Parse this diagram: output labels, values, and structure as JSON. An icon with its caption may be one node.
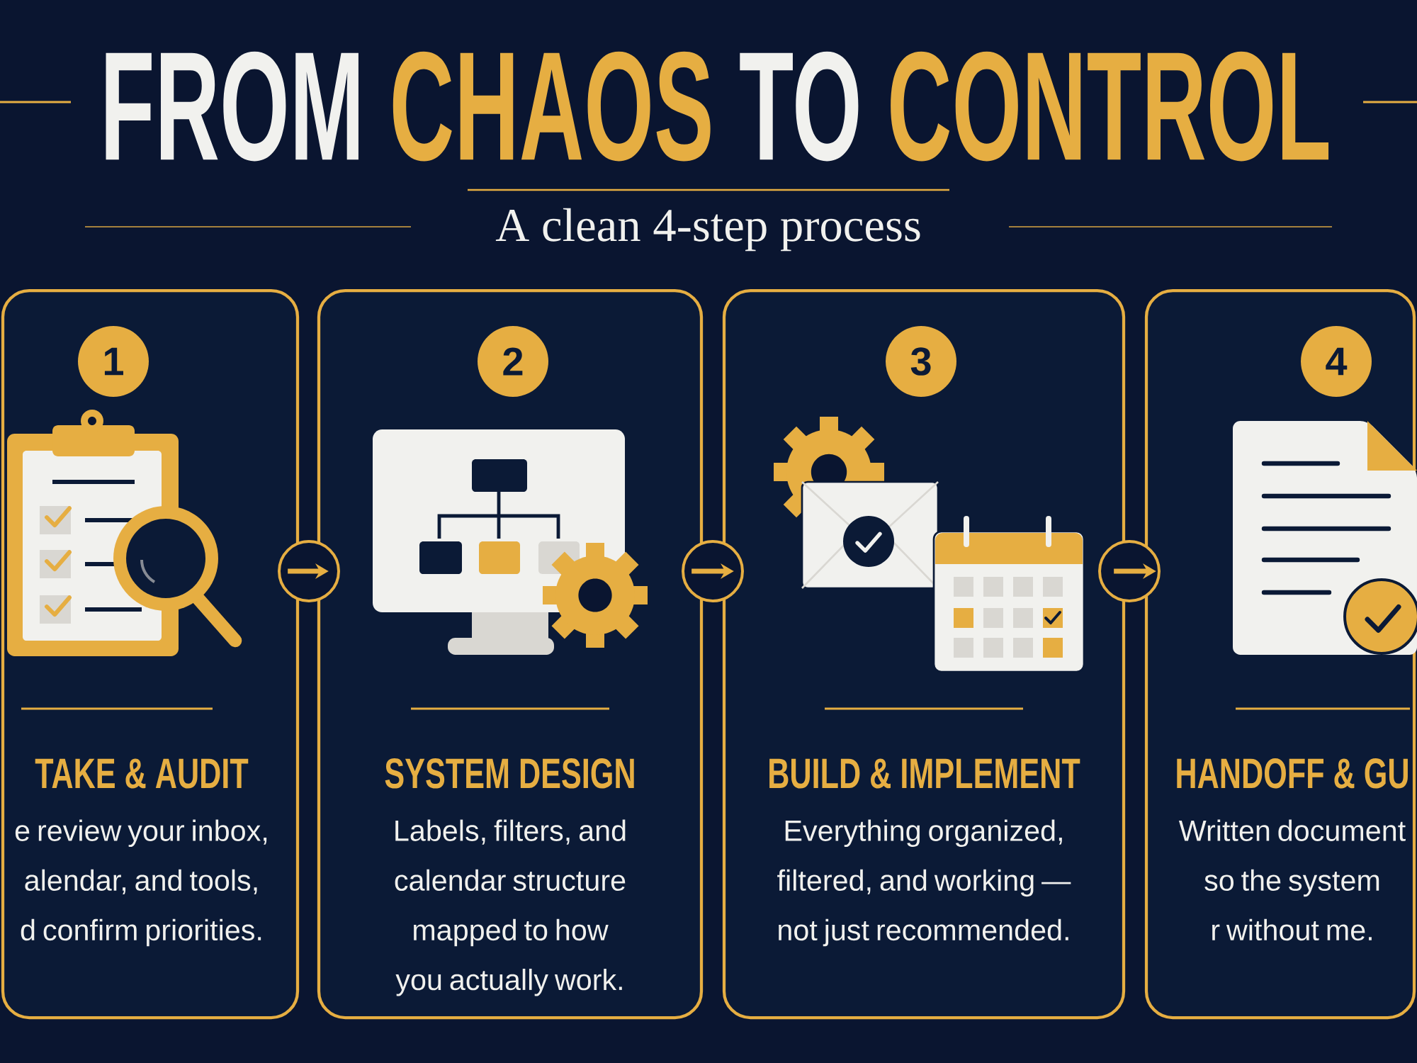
{
  "diagram": {
    "nodes": [
      {
        "text": [
          "TAKE & AUDIT",
          "e review your inbox, alendar, and tools, d confirm priorities."
        ]
      },
      {
        "text": [
          "1"
        ],
        "in": 0
      },
      {
        "text": [
          "SYSTEM DESIGN",
          "Labels, filters, and calendar structure mapped to how you actually work."
        ]
      },
      {
        "text": [
          "2"
        ],
        "in": 2
      },
      {
        "text": [
          "BUILD & IMPLEMENT",
          "Everything organized, filtered, and working — not just recommended."
        ]
      },
      {
        "text": [
          "3"
        ],
        "in": 4
      },
      {
        "text": [
          "HANDOFF & GU",
          "Written document so the system r without me."
        ]
      },
      {
        "text": [
          "4"
        ],
        "in": 6
      }
    ],
    "edges": [
      {
        "from": 0,
        "to": 2,
        "arrow": "to"
      },
      {
        "from": 2,
        "to": 4,
        "arrow": "to"
      },
      {
        "from": 4,
        "to": 6,
        "arrow": "to"
      }
    ],
    "labels": [
      "FROM",
      "CHAOS",
      "TO",
      "CONTROL",
      "A clean 4-step process"
    ]
  }
}
